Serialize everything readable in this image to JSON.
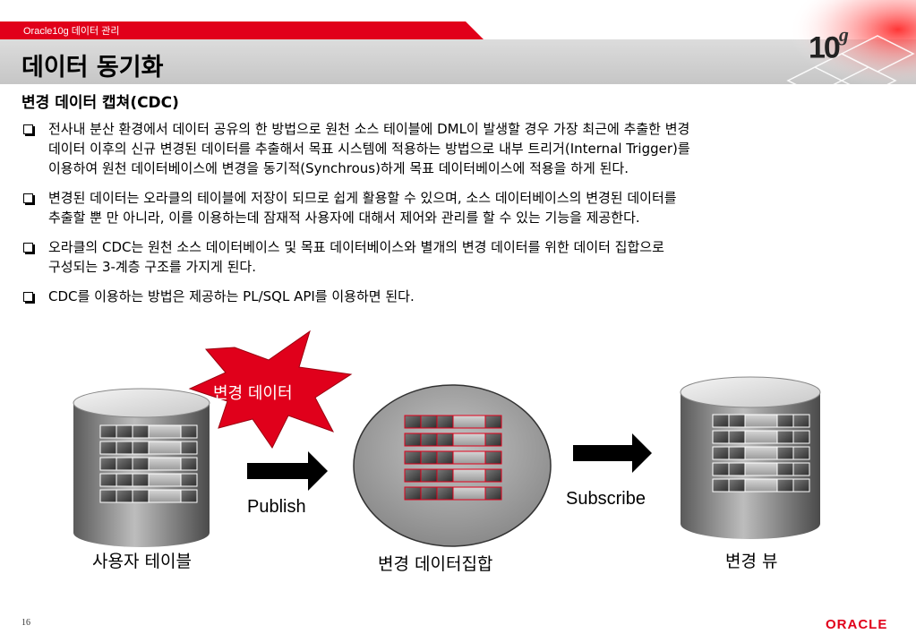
{
  "header": {
    "section_tab": "Oracle10g 데이터 관리",
    "title": "데이터 동기화",
    "logo_text": "10",
    "logo_sup": "g"
  },
  "subtitle": "변경 데이터 캡쳐(CDC)",
  "bullets": [
    {
      "line1": "전사내 분산 환경에서 데이터 공유의 한 방법으로 원천 소스 테이블에 DML이 발생할 경우 가장 최근에 추출한 변경",
      "line2": "데이터 이후의 신규 변경된 데이터를 추출해서 목표 시스템에 적용하는 방법으로 내부 트리거(Internal Trigger)를",
      "line3": "이용하여 원천 데이터베이스에 변경을 동기적(Synchrous)하게 목표 데이터베이스에 적용을 하게 된다."
    },
    {
      "line1": "변경된 데이터는 오라클의 테이블에 저장이 되므로 쉽게 활용할 수 있으며, 소스 데이터베이스의 변경된 데이터를",
      "line2": "추출할 뿐 만 아니라, 이를 이용하는데 잠재적 사용자에 대해서 제어와 관리를 할 수 있는 기능을 제공한다."
    },
    {
      "line1": "오라클의 CDC는 원천 소스 데이터베이스 및 목표 데이터베이스와 별개의 변경 데이터를 위한 데이터 집합으로",
      "line2": "구성되는 3-계층 구조를 가지게 된다."
    },
    {
      "line1": "CDC를 이용하는 방법은 제공하는 PL/SQL API를 이용하면 된다."
    }
  ],
  "diagram": {
    "burst_label": "변경 데이터",
    "publish_label": "Publish",
    "subscribe_label": "Subscribe",
    "source_label": "사용자 테이블",
    "changeset_label": "변경 데이터집합",
    "view_label": "변경 뷰",
    "colors": {
      "accent_red": "#e1001a",
      "burst_red": "#e0001b",
      "cylinder_gray": "#8c8c8c"
    }
  },
  "footer": {
    "page_number": "16",
    "brand": "ORACLE"
  }
}
